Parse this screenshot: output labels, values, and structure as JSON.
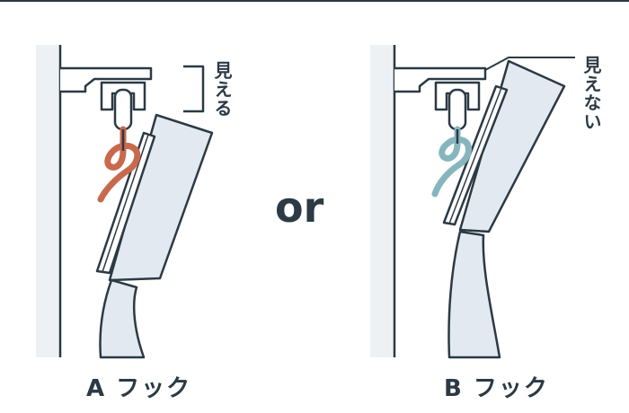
{
  "texts": {
    "caption_a": "A フック",
    "caption_b": "B フック",
    "or": "or",
    "label_visible": "見える",
    "label_hidden": "見えない"
  },
  "colors": {
    "line": "#2b3a44",
    "wall": "#eef1f4",
    "curtain": "#e3e9f0",
    "hook_a": "#c8694d",
    "hook_b": "#86b5bd"
  }
}
